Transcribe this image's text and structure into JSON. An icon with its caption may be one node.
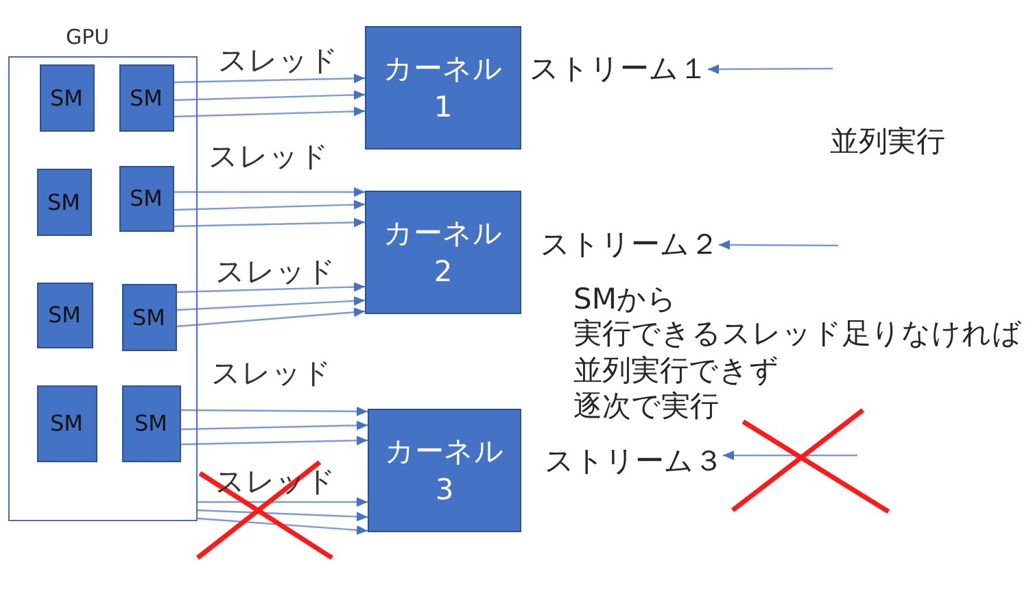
{
  "diagram": {
    "nodes": [
      {
        "text": [
          "GPU"
        ]
      },
      {
        "text": [
          "SM"
        ],
        "in": 0
      },
      {
        "text": [
          "SM"
        ],
        "in": 0
      },
      {
        "text": [
          "SM"
        ],
        "in": 0
      },
      {
        "text": [
          "SM"
        ],
        "in": 0
      },
      {
        "text": [
          "SM"
        ],
        "in": 0
      },
      {
        "text": [
          "SM"
        ],
        "in": 0
      },
      {
        "text": [
          "SM"
        ],
        "in": 0
      },
      {
        "text": [
          "SM"
        ],
        "in": 0
      },
      {
        "text": [
          "カーネル1"
        ]
      },
      {
        "text": [
          "ストリーム１"
        ]
      },
      {
        "text": [
          "カーネル2"
        ]
      },
      {
        "text": [
          "ストリーム２"
        ]
      },
      {
        "text": [
          "カーネル3"
        ]
      },
      {
        "text": [
          "ストリーム３"
        ]
      }
    ],
    "edges": [
      {
        "from": 2,
        "to": 9,
        "arrow": "to",
        "label": "スレッド"
      },
      {
        "from": 2,
        "to": 9,
        "arrow": "to"
      },
      {
        "from": 2,
        "to": 9,
        "arrow": "to"
      },
      {
        "from": 4,
        "to": 11,
        "arrow": "to",
        "label": "スレッド"
      },
      {
        "from": 4,
        "to": 11,
        "arrow": "to"
      },
      {
        "from": 4,
        "to": 11,
        "arrow": "to"
      },
      {
        "from": 6,
        "to": 11,
        "arrow": "to",
        "label": "スレッド"
      },
      {
        "from": 6,
        "to": 11,
        "arrow": "to"
      },
      {
        "from": 6,
        "to": 11,
        "arrow": "to"
      },
      {
        "from": 8,
        "to": 13,
        "arrow": "to",
        "label": "スレッド"
      },
      {
        "from": 8,
        "to": 13,
        "arrow": "to"
      },
      {
        "from": 8,
        "to": 13,
        "arrow": "to"
      },
      {
        "from": 0,
        "to": 13,
        "arrow": "to",
        "label": "スレッド"
      },
      {
        "from": 0,
        "to": 13,
        "arrow": "to"
      },
      {
        "from": 0,
        "to": 13,
        "arrow": "to"
      },
      {
        "from": null,
        "to": 10,
        "arrow": "to"
      },
      {
        "from": null,
        "to": 12,
        "arrow": "to"
      },
      {
        "from": null,
        "to": 14,
        "arrow": "to"
      }
    ],
    "labels": [
      "並列実行",
      "SMから",
      "実行できるスレッド足りなければ",
      "並列実行できず",
      "逐次で実行"
    ]
  }
}
